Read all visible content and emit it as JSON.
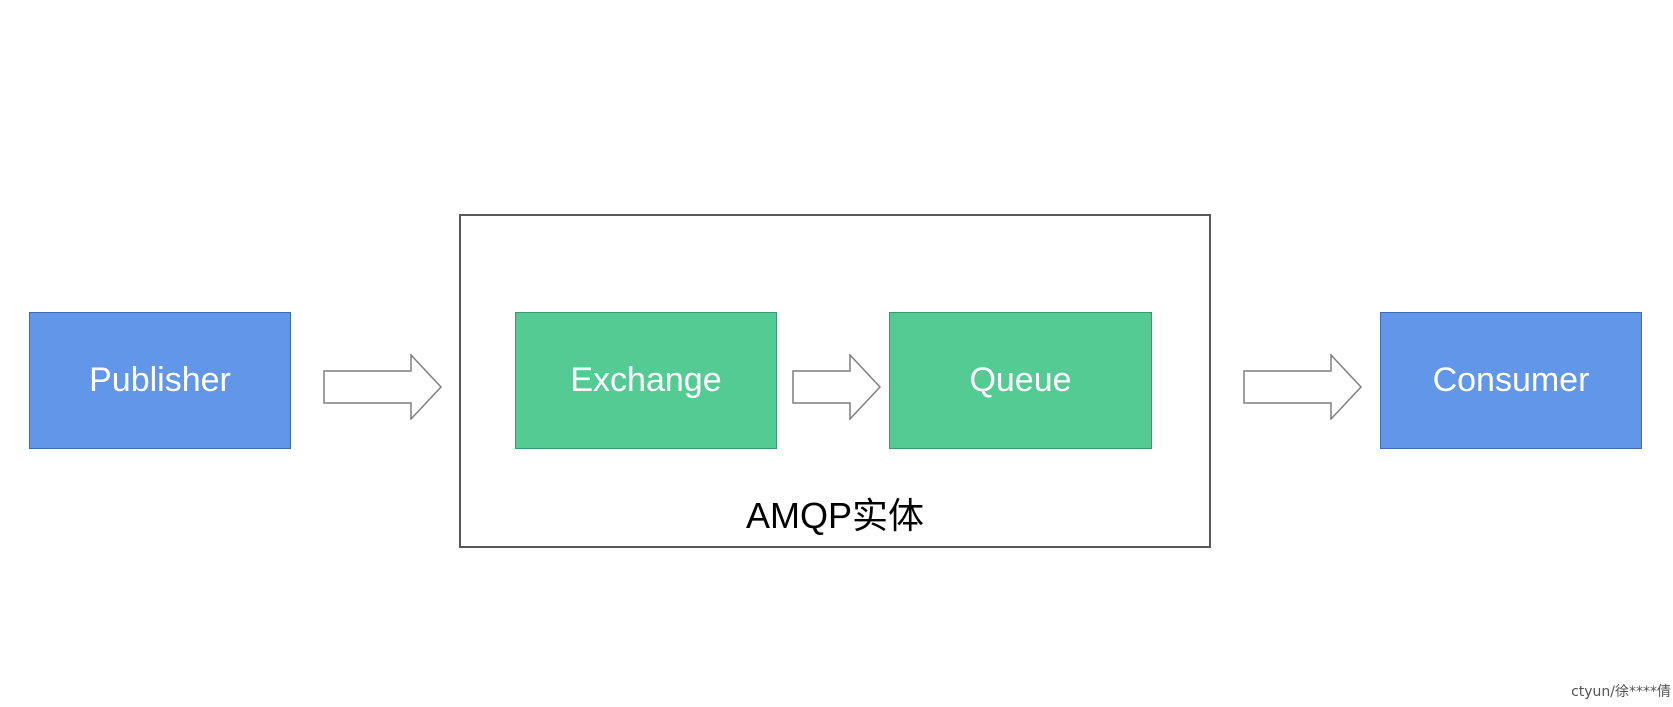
{
  "nodes": {
    "publisher": "Publisher",
    "exchange": "Exchange",
    "queue": "Queue",
    "consumer": "Consumer"
  },
  "container": {
    "label": "AMQP实体"
  },
  "colors": {
    "client_node": "#6296e8",
    "entity_node": "#55cb94",
    "container_border": "#595959",
    "arrow_stroke": "#7f7f7f"
  },
  "watermark": "ctyun/徐****倩"
}
